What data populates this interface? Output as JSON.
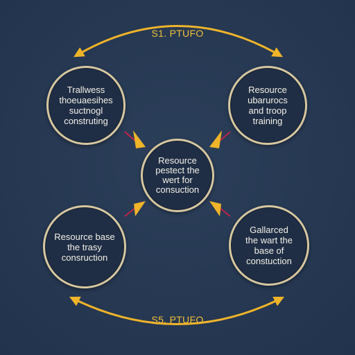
{
  "diagram": {
    "top_label": "S1. PTUFO",
    "bottom_label": "S5. PTUFO",
    "nodes": {
      "top_left": "Trallwess\nthoeuaesihes\nsuctnogl\nconstruting",
      "top_right": "Resource\nubarurocs\nand troop\ntraining",
      "center": "Resource\npestect the\nwert for\nconsuction",
      "bottom_left": "Resource base\nthe trasy\nconsruction",
      "bottom_right": "Gallarced\nthe wart the\nbase of\nconstuction"
    }
  },
  "colors": {
    "background": "#263852",
    "node_fill": "#1f2e45",
    "node_ring": "#d7c7a0",
    "arrow": "#f0b429",
    "arrow_tail": "#c0244a",
    "text": "#f4f1e8"
  }
}
